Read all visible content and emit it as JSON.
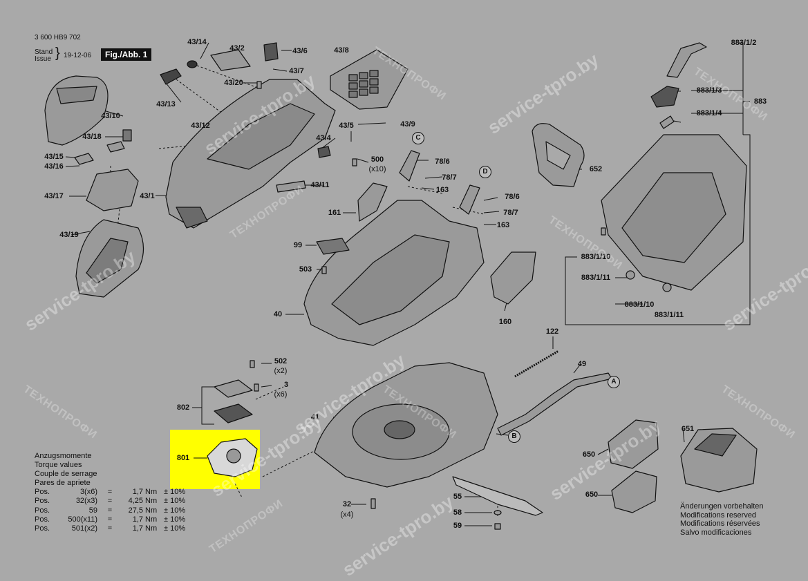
{
  "header": {
    "doc_number": "3 600 HB9 702",
    "stand_label": "Stand",
    "issue_label": "Issue",
    "date": "19-12-06",
    "figure": "Fig./Abb. 1"
  },
  "callouts": [
    {
      "id": "p4314",
      "text": "43/14"
    },
    {
      "id": "p432",
      "text": "43/2"
    },
    {
      "id": "p436",
      "text": "43/6"
    },
    {
      "id": "p438",
      "text": "43/8"
    },
    {
      "id": "p437",
      "text": "43/7"
    },
    {
      "id": "p4320",
      "text": "43/20"
    },
    {
      "id": "p4313",
      "text": "43/13"
    },
    {
      "id": "p4310",
      "text": "43/10"
    },
    {
      "id": "p4318",
      "text": "43/18"
    },
    {
      "id": "p4312",
      "text": "43/12"
    },
    {
      "id": "p439",
      "text": "43/9"
    },
    {
      "id": "p435",
      "text": "43/5"
    },
    {
      "id": "p434",
      "text": "43/4"
    },
    {
      "id": "p4315",
      "text": "43/15"
    },
    {
      "id": "p4316",
      "text": "43/16"
    },
    {
      "id": "p500",
      "text": "500"
    },
    {
      "id": "p4317",
      "text": "43/17"
    },
    {
      "id": "p431",
      "text": "43/1"
    },
    {
      "id": "p4311",
      "text": "43/11"
    },
    {
      "id": "p4319",
      "text": "43/19"
    },
    {
      "id": "p786a",
      "text": "78/6"
    },
    {
      "id": "p787a",
      "text": "78/7"
    },
    {
      "id": "p163a",
      "text": "163"
    },
    {
      "id": "p786b",
      "text": "78/6"
    },
    {
      "id": "p787b",
      "text": "78/7"
    },
    {
      "id": "p163b",
      "text": "163"
    },
    {
      "id": "p161",
      "text": "161"
    },
    {
      "id": "p99",
      "text": "99"
    },
    {
      "id": "p503",
      "text": "503"
    },
    {
      "id": "p40",
      "text": "40"
    },
    {
      "id": "p160",
      "text": "160"
    },
    {
      "id": "p88312",
      "text": "883/1/2"
    },
    {
      "id": "p88313",
      "text": "883/1/3"
    },
    {
      "id": "p883",
      "text": "883"
    },
    {
      "id": "p88314",
      "text": "883/1/4"
    },
    {
      "id": "p652",
      "text": "652"
    },
    {
      "id": "p883110a",
      "text": "883/1/10"
    },
    {
      "id": "p883111a",
      "text": "883/1/11"
    },
    {
      "id": "p883110b",
      "text": "883/1/10"
    },
    {
      "id": "p883111b",
      "text": "883/1/11"
    },
    {
      "id": "p122",
      "text": "122"
    },
    {
      "id": "p49",
      "text": "49"
    },
    {
      "id": "p502",
      "text": "502"
    },
    {
      "id": "p3",
      "text": "3"
    },
    {
      "id": "p802",
      "text": "802"
    },
    {
      "id": "p41",
      "text": "41"
    },
    {
      "id": "p801",
      "text": "801"
    },
    {
      "id": "p651",
      "text": "651"
    },
    {
      "id": "p650a",
      "text": "650"
    },
    {
      "id": "p650b",
      "text": "650"
    },
    {
      "id": "p55",
      "text": "55"
    },
    {
      "id": "p32",
      "text": "32"
    },
    {
      "id": "p58",
      "text": "58"
    },
    {
      "id": "p59",
      "text": "59"
    }
  ],
  "quantities": [
    {
      "id": "q500",
      "text": "(x10)"
    },
    {
      "id": "q502",
      "text": "(x2)"
    },
    {
      "id": "q3",
      "text": "(x6)"
    },
    {
      "id": "q32",
      "text": "(x4)"
    }
  ],
  "ref_markers": {
    "c": "C",
    "d": "D",
    "a": "A",
    "b": "B"
  },
  "torque": {
    "title_de": "Anzugsmomente",
    "title_en": "Torque values",
    "title_fr": "Couple de serrage",
    "title_es": "Pares de apriete",
    "rows": [
      {
        "pos": "Pos.",
        "ref": "3(x6)",
        "eq": "=",
        "val": "1,7",
        "unit": "Nm",
        "tol": "± 10%"
      },
      {
        "pos": "Pos.",
        "ref": "32(x3)",
        "eq": "=",
        "val": "4,25",
        "unit": "Nm",
        "tol": "± 10%"
      },
      {
        "pos": "Pos.",
        "ref": "59",
        "eq": "=",
        "val": "27,5",
        "unit": "Nm",
        "tol": "± 10%"
      },
      {
        "pos": "Pos.",
        "ref": "500(x11)",
        "eq": "=",
        "val": "1,7",
        "unit": "Nm",
        "tol": "± 10%"
      },
      {
        "pos": "Pos.",
        "ref": "501(x2)",
        "eq": "=",
        "val": "1,7",
        "unit": "Nm",
        "tol": "± 10%"
      }
    ]
  },
  "notes": {
    "de": "Änderungen vorbehalten",
    "en": "Modifications reserved",
    "fr": "Modifications réservées",
    "es": "Salvo modificaciones"
  },
  "watermarks": {
    "latin": "service-tpro.by",
    "cyrillic": "ТЕХНОПРОФИ"
  }
}
